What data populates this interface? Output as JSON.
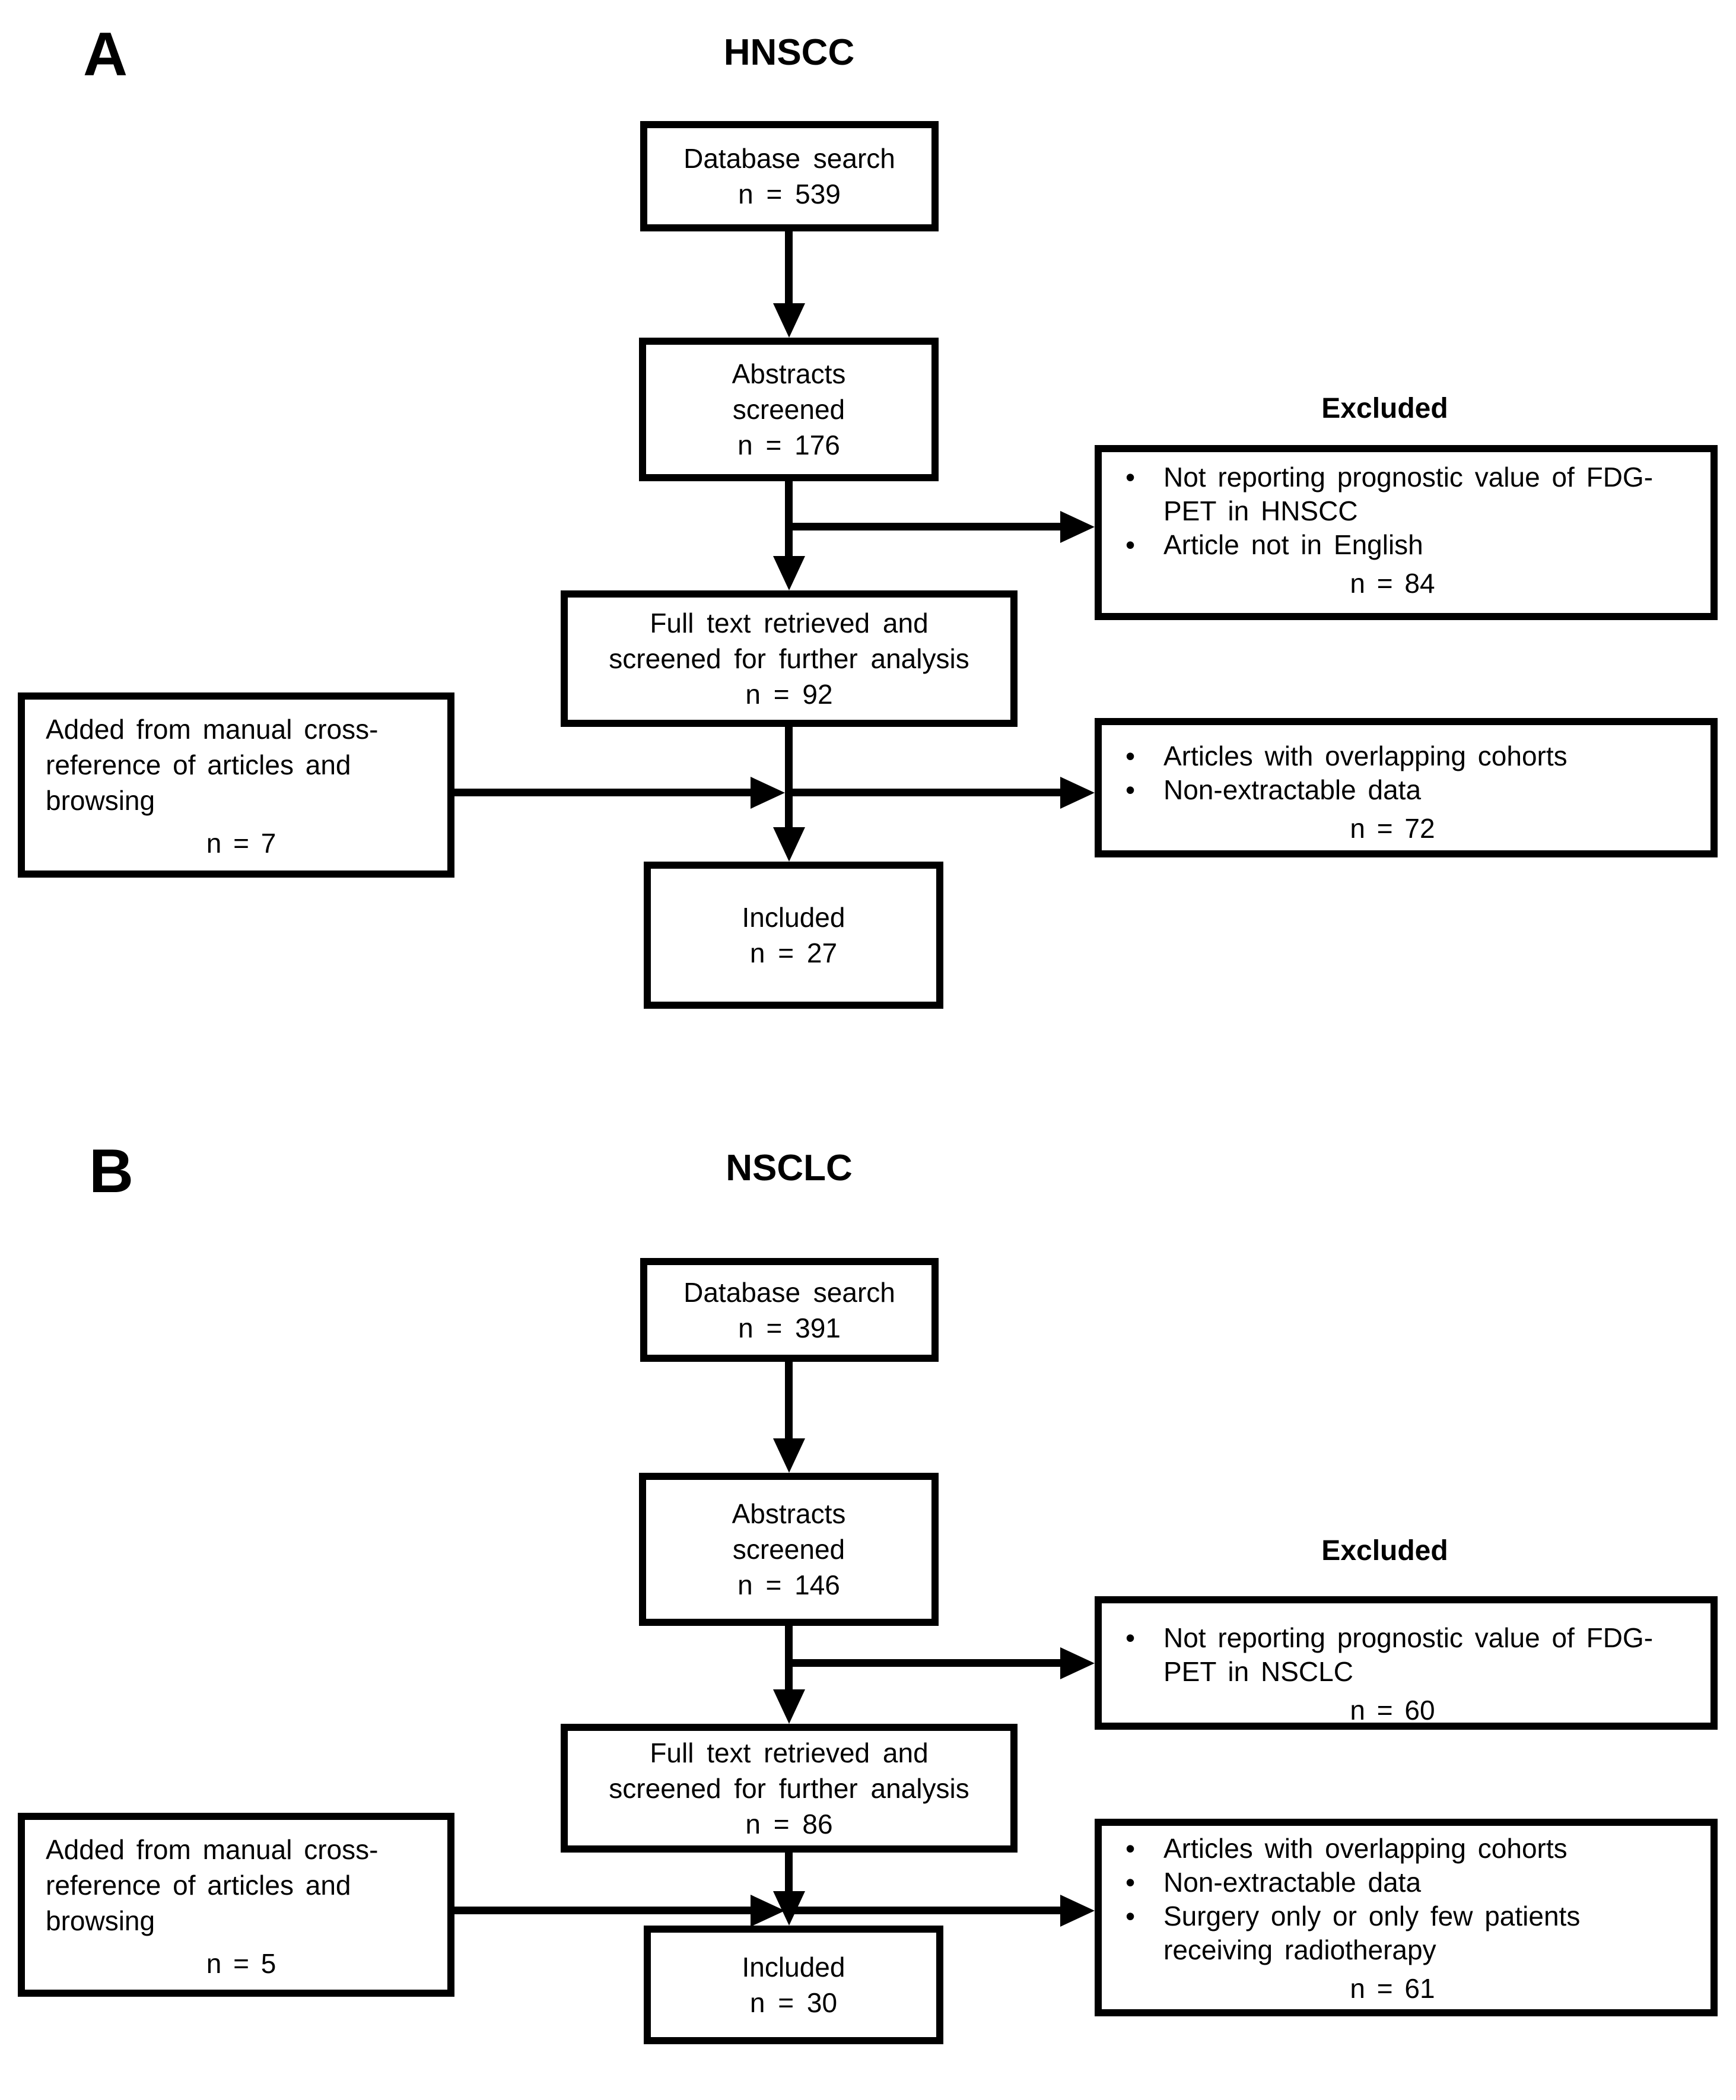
{
  "colors": {
    "foreground": "#000000",
    "background": "#ffffff"
  },
  "icons": {
    "bullet": "•"
  },
  "panelA": {
    "label": "A",
    "title": "HNSCC",
    "excluded_heading": "Excluded",
    "database_box": {
      "lines": [
        "Database search",
        "n = 539"
      ]
    },
    "abstracts_box": {
      "lines": [
        "Abstracts",
        "screened",
        "n = 176"
      ]
    },
    "excluded_screening_box": {
      "bullets": [
        "Not reporting prognostic value of FDG-PET in HNSCC",
        "Article not in English"
      ],
      "count": "n = 84"
    },
    "fulltext_box": {
      "lines": [
        "Full text retrieved and",
        "screened for further analysis",
        "n = 92"
      ]
    },
    "added_box": {
      "lines": [
        "Added from manual cross-",
        "reference of articles and",
        "browsing"
      ],
      "count": "n = 7"
    },
    "excluded_fulltext_box": {
      "bullets": [
        "Articles with overlapping cohorts",
        "Non-extractable data"
      ],
      "count": "n = 72"
    },
    "included_box": {
      "lines": [
        "Included",
        "n = 27"
      ]
    }
  },
  "panelB": {
    "label": "B",
    "title": "NSCLC",
    "excluded_heading": "Excluded",
    "database_box": {
      "lines": [
        "Database search",
        "n = 391"
      ]
    },
    "abstracts_box": {
      "lines": [
        "Abstracts",
        "screened",
        "n = 146"
      ]
    },
    "excluded_screening_box": {
      "bullets": [
        "Not reporting prognostic value of FDG-PET in NSCLC"
      ],
      "count": "n = 60"
    },
    "fulltext_box": {
      "lines": [
        "Full text retrieved and",
        "screened for further analysis",
        "n = 86"
      ]
    },
    "added_box": {
      "lines": [
        "Added from manual cross-",
        "reference of articles and",
        "browsing"
      ],
      "count": "n = 5"
    },
    "excluded_fulltext_box": {
      "bullets": [
        "Articles with overlapping cohorts",
        "Non-extractable data",
        "Surgery only or only few patients receiving radiotherapy"
      ],
      "count": "n = 61"
    },
    "included_box": {
      "lines": [
        "Included",
        "n = 30"
      ]
    }
  }
}
